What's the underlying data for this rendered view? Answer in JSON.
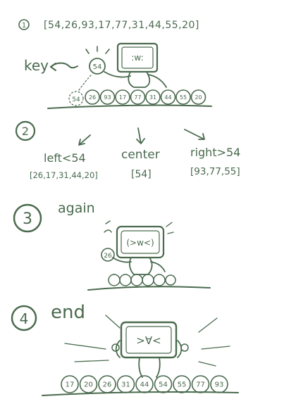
{
  "step1": {
    "number": "1",
    "array_text": "[54,26,93,17,77,31,44,55,20]",
    "key_label": "key",
    "pivot_value": "54",
    "robot_face": ":w:",
    "row_values": [
      "26",
      "93",
      "17",
      "77",
      "31",
      "44",
      "55",
      "20"
    ],
    "ghost_value": "54"
  },
  "step2": {
    "number": "2",
    "left_label": "left<54",
    "center_label": "center",
    "right_label": "right>54",
    "left_values": "[26,17,31,44,20]",
    "center_values": "[54]",
    "right_values": "[93,77,55]"
  },
  "step3": {
    "number": "3",
    "label": "again",
    "robot_face": "(>w<)",
    "held_value": "26"
  },
  "step4": {
    "number": "4",
    "label": "end",
    "robot_face": ">∀<",
    "sorted_values": [
      "17",
      "20",
      "26",
      "31",
      "44",
      "54",
      "55",
      "77",
      "93"
    ]
  }
}
